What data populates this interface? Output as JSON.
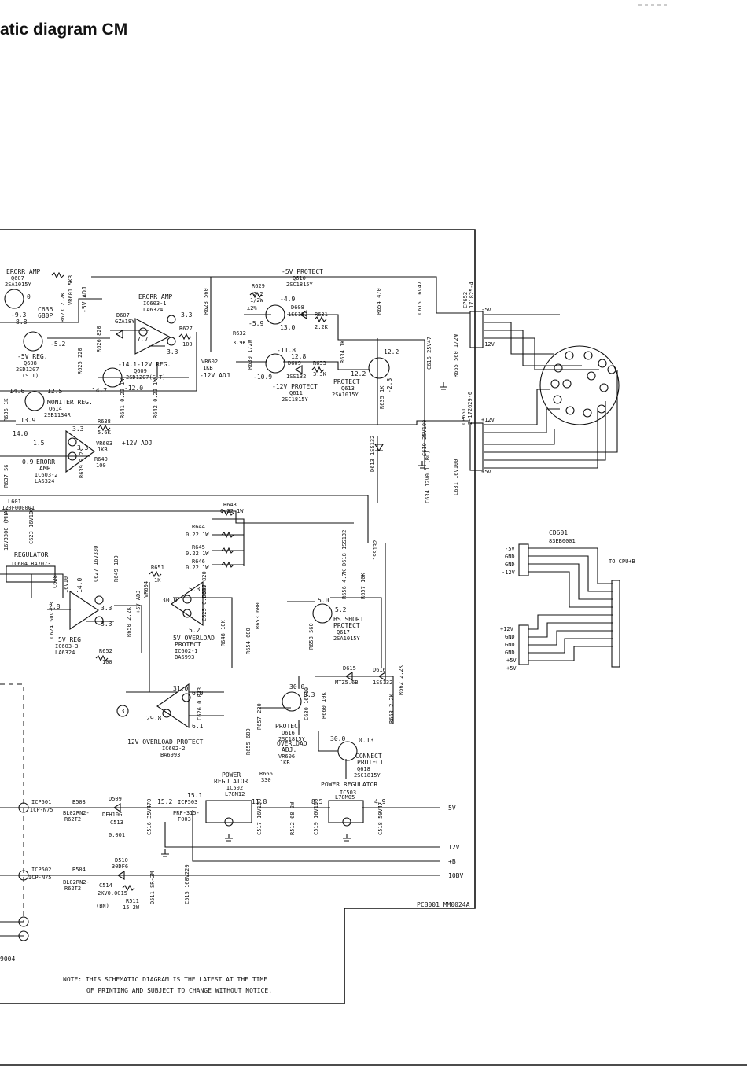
{
  "title": "atic diagram CM",
  "pcb_label": "PCB001 MM0024A",
  "left_code": "9004",
  "note": {
    "line1": "NOTE: THIS SCHEMATIC DIAGRAM IS THE LATEST AT THE TIME",
    "line2": "OF PRINTING AND SUBJECT TO CHANGE WITHOUT NOTICE."
  },
  "circled_marker": "3",
  "labels": [
    {
      "id": "erorr-amp-q607",
      "text": "ERORR AMP"
    },
    {
      "id": "q607-ref",
      "text": "Q607"
    },
    {
      "id": "q607-part",
      "text": "2SA1015Y"
    },
    {
      "id": "v-0",
      "text": "0"
    },
    {
      "id": "c636",
      "text": "C636"
    },
    {
      "id": "c636-val",
      "text": "680P"
    },
    {
      "id": "v-9-3a",
      "text": "-9.3"
    },
    {
      "id": "v-8-8",
      "text": "8.8"
    },
    {
      "id": "v-5-2a",
      "text": "-5.2"
    },
    {
      "id": "vr601",
      "text": "VR601 5KB"
    },
    {
      "id": "r623",
      "text": "R623 2.2K"
    },
    {
      "id": "adj-5v",
      "text": "-5V ADJ"
    },
    {
      "id": "reg-5v",
      "text": "-5V REG."
    },
    {
      "id": "q608-ref",
      "text": "Q608"
    },
    {
      "id": "q608-part",
      "text": "2SD1207"
    },
    {
      "id": "q608-st",
      "text": "(S.T)"
    },
    {
      "id": "erorr-amp-ic603",
      "text": "ERORR AMP"
    },
    {
      "id": "ic603-1",
      "text": "IC603-1"
    },
    {
      "id": "la6324-a",
      "text": "LA6324"
    },
    {
      "id": "d607",
      "text": "D607"
    },
    {
      "id": "d607-part",
      "text": "GZA18Y"
    },
    {
      "id": "v-3-3a",
      "text": "3.3"
    },
    {
      "id": "v-7-7",
      "text": "7.7"
    },
    {
      "id": "v-3-3b",
      "text": "3.3"
    },
    {
      "id": "r627",
      "text": "R627"
    },
    {
      "id": "r627-val",
      "text": "100"
    },
    {
      "id": "r626",
      "text": "R626 820"
    },
    {
      "id": "r628",
      "text": "R628 560"
    },
    {
      "id": "reg-14-12",
      "text": "-14.1-12V REG."
    },
    {
      "id": "q609",
      "text": "Q609"
    },
    {
      "id": "q609-part",
      "text": "2SD1207(S.T)"
    },
    {
      "id": "r625",
      "text": "R625 220"
    },
    {
      "id": "v-14-7",
      "text": "-14.7"
    },
    {
      "id": "v-12-0",
      "text": "-12.0"
    },
    {
      "id": "vr602",
      "text": "VR602"
    },
    {
      "id": "vr602-val",
      "text": "1KB"
    },
    {
      "id": "adj-12v",
      "text": "-12V ADJ"
    },
    {
      "id": "protect-5v",
      "text": "-5V PROTECT"
    },
    {
      "id": "q610",
      "text": "Q610"
    },
    {
      "id": "q610-part",
      "text": "2SC1815Y"
    },
    {
      "id": "r629",
      "text": "R629"
    },
    {
      "id": "r629-val",
      "text": "2.2"
    },
    {
      "id": "r629-w",
      "text": "1/2W"
    },
    {
      "id": "r629-tol",
      "text": "±2%"
    },
    {
      "id": "v-4-9a",
      "text": "-4.9"
    },
    {
      "id": "d608",
      "text": "D608"
    },
    {
      "id": "d608-part",
      "text": "1SS132"
    },
    {
      "id": "r631",
      "text": "R631"
    },
    {
      "id": "r631-val",
      "text": "2.2K"
    },
    {
      "id": "v-5-9",
      "text": "-5.9"
    },
    {
      "id": "v-13-0",
      "text": "13.0"
    },
    {
      "id": "r632",
      "text": "R632"
    },
    {
      "id": "r632-val",
      "text": "3.9K"
    },
    {
      "id": "r630",
      "text": "R630 1/2W"
    },
    {
      "id": "v-11-8",
      "text": "-11.8"
    },
    {
      "id": "v-12-8",
      "text": "12.8"
    },
    {
      "id": "d609",
      "text": "D609"
    },
    {
      "id": "d609-part",
      "text": "1SS132"
    },
    {
      "id": "r633",
      "text": "R633"
    },
    {
      "id": "r633-val",
      "text": "3.3K"
    },
    {
      "id": "v-10-9",
      "text": "-10.9"
    },
    {
      "id": "protect-12v",
      "text": "-12V PROTECT"
    },
    {
      "id": "q611",
      "text": "Q611"
    },
    {
      "id": "q611-part",
      "text": "2SC1815Y"
    },
    {
      "id": "r634",
      "text": "R634 1K"
    },
    {
      "id": "v-12-2a",
      "text": "12.2"
    },
    {
      "id": "v-12-2b",
      "text": "12.2"
    },
    {
      "id": "protect-q613",
      "text": "PROTECT"
    },
    {
      "id": "q613",
      "text": "Q613"
    },
    {
      "id": "q613-part",
      "text": "2SA1015Y"
    },
    {
      "id": "v-2-3",
      "text": "-2.3"
    },
    {
      "id": "r635",
      "text": "R635 1K"
    },
    {
      "id": "r654",
      "text": "R654 470"
    },
    {
      "id": "c615",
      "text": "C615 16V47"
    },
    {
      "id": "cp652",
      "text": "CP652"
    },
    {
      "id": "cp652-part",
      "text": "171825-4"
    },
    {
      "id": "c616",
      "text": "C616 25V47"
    },
    {
      "id": "r665",
      "text": "R665 560 1/2W"
    },
    {
      "id": "cp651",
      "text": "CP651"
    },
    {
      "id": "cp651-part",
      "text": "2-172629-6"
    },
    {
      "id": "v-14-6",
      "text": "14.6"
    },
    {
      "id": "v-12-5",
      "text": "12.5"
    },
    {
      "id": "moniter-reg",
      "text": "MONITER REG."
    },
    {
      "id": "q614",
      "text": "Q614"
    },
    {
      "id": "q614-part",
      "text": "2SB1134R"
    },
    {
      "id": "r636",
      "text": "R636 1K"
    },
    {
      "id": "v-13-9",
      "text": "13.9"
    },
    {
      "id": "r641",
      "text": "R641 0.22 1W"
    },
    {
      "id": "r642",
      "text": "R642 0.22 1W"
    },
    {
      "id": "r638",
      "text": "R638"
    },
    {
      "id": "r638-val",
      "text": "5.6K"
    },
    {
      "id": "v-3-3c",
      "text": "3.3"
    },
    {
      "id": "v-3-3d",
      "text": "3.3"
    },
    {
      "id": "vr603",
      "text": "VR603"
    },
    {
      "id": "vr603-val",
      "text": "1KB"
    },
    {
      "id": "adj-12v-pos",
      "text": "+12V ADJ"
    },
    {
      "id": "r640",
      "text": "R640"
    },
    {
      "id": "r640-val",
      "text": "100"
    },
    {
      "id": "v-14-0",
      "text": "14.0"
    },
    {
      "id": "v-1-5",
      "text": "1.5"
    },
    {
      "id": "v-0-9",
      "text": "0.9"
    },
    {
      "id": "erorr-amp-b",
      "text": "ERORR"
    },
    {
      "id": "erorr-amp-b2",
      "text": "AMP"
    },
    {
      "id": "ic603-2",
      "text": "IC603-2"
    },
    {
      "id": "la6324-b",
      "text": "LA6324"
    },
    {
      "id": "r637",
      "text": "R637 56"
    },
    {
      "id": "r639",
      "text": "R639 2.2K"
    },
    {
      "id": "d613",
      "text": "D613 1SS132"
    },
    {
      "id": "c619",
      "text": "C619 25V100"
    },
    {
      "id": "c634",
      "text": "C634 12V0.1 (BC)"
    },
    {
      "id": "c631",
      "text": "C631 16V100"
    },
    {
      "id": "l601",
      "text": "L601"
    },
    {
      "id": "l601-part",
      "text": "120F000001"
    },
    {
      "id": "r643",
      "text": "R643"
    },
    {
      "id": "r643-val",
      "text": "0.22 1W"
    },
    {
      "id": "r644",
      "text": "R644"
    },
    {
      "id": "r644-val",
      "text": "0.22 1W"
    },
    {
      "id": "r645",
      "text": "R645"
    },
    {
      "id": "r645-val",
      "text": "0.22 1W"
    },
    {
      "id": "r646",
      "text": "R646"
    },
    {
      "id": "r646-val",
      "text": "0.22 1W"
    },
    {
      "id": "cap-16v3300",
      "text": "16V3300 (MHA)"
    },
    {
      "id": "c623",
      "text": "C623 16V100"
    },
    {
      "id": "regulator",
      "text": "REGULATOR"
    },
    {
      "id": "ic604",
      "text": "IC604 BA7073"
    },
    {
      "id": "c628",
      "text": "C628"
    },
    {
      "id": "c627",
      "text": "C627 16V330"
    },
    {
      "id": "r649",
      "text": "R649 100"
    },
    {
      "id": "cap-16v10",
      "text": "16V10"
    },
    {
      "id": "v-14-0b",
      "text": "14.0"
    },
    {
      "id": "r651",
      "text": "R651"
    },
    {
      "id": "r651-val",
      "text": "1K"
    },
    {
      "id": "adj-5v-pos",
      "text": "+5V ADJ"
    },
    {
      "id": "vr604",
      "text": "VR604"
    },
    {
      "id": "v-5-3",
      "text": "5.3"
    },
    {
      "id": "v-30-0",
      "text": "30.0"
    },
    {
      "id": "r647",
      "text": "R647 820"
    },
    {
      "id": "c625",
      "text": "C625 0.0033"
    },
    {
      "id": "v-2-8",
      "text": "2.8"
    },
    {
      "id": "v-3-3e",
      "text": "3.3"
    },
    {
      "id": "v-3-3f",
      "text": "3.3"
    },
    {
      "id": "r650",
      "text": "R650 2.2K"
    },
    {
      "id": "c624",
      "text": "C624 50V3.3"
    },
    {
      "id": "reg-5v-b",
      "text": "5V REG"
    },
    {
      "id": "ic603-3",
      "text": "IC603-3"
    },
    {
      "id": "la6324-c",
      "text": "LA6324"
    },
    {
      "id": "r652",
      "text": "R652"
    },
    {
      "id": "r652-val",
      "text": "100"
    },
    {
      "id": "overload-5v",
      "text": "5V OVERLOAD"
    },
    {
      "id": "protect-ic602",
      "text": "PROTECT"
    },
    {
      "id": "ic602-1",
      "text": "IC602-1"
    },
    {
      "id": "ba6993-a",
      "text": "BA6993"
    },
    {
      "id": "v-5-2b",
      "text": "5.2"
    },
    {
      "id": "r648",
      "text": "R648 10K"
    },
    {
      "id": "r653",
      "text": "R653 680"
    },
    {
      "id": "r654b",
      "text": "R654 680"
    },
    {
      "id": "d618",
      "text": "D618 1SS132"
    },
    {
      "id": "d617",
      "text": "1SS132"
    },
    {
      "id": "r656",
      "text": "R656 4.7K"
    },
    {
      "id": "r657",
      "text": "R657 10K"
    },
    {
      "id": "v-5-0",
      "text": "5.0"
    },
    {
      "id": "v-5-2c",
      "text": "5.2"
    },
    {
      "id": "bs-short",
      "text": "BS SHORT"
    },
    {
      "id": "protect-q617",
      "text": "PROTECT"
    },
    {
      "id": "q617",
      "text": "Q617"
    },
    {
      "id": "q617-part",
      "text": "2SA1015Y"
    },
    {
      "id": "r658",
      "text": "R658 560"
    },
    {
      "id": "d615",
      "text": "D615"
    },
    {
      "id": "d616",
      "text": "D616"
    },
    {
      "id": "mtz",
      "text": "MTZ5.6B"
    },
    {
      "id": "d616-part",
      "text": "1SS132"
    },
    {
      "id": "r662",
      "text": "R662 2.2K"
    },
    {
      "id": "v-31-0",
      "text": "31.0"
    },
    {
      "id": "v-6-0",
      "text": "6.0"
    },
    {
      "id": "v-29-8",
      "text": "29.8"
    },
    {
      "id": "v-6-1",
      "text": "6.1"
    },
    {
      "id": "c626",
      "text": "C626 0.033"
    },
    {
      "id": "overload-12v",
      "text": "12V OVERLOAD PROTECT"
    },
    {
      "id": "ic602-2",
      "text": "IC602-2"
    },
    {
      "id": "ba6993-b",
      "text": "BA6993"
    },
    {
      "id": "r657b",
      "text": "R657 220"
    },
    {
      "id": "r655",
      "text": "R655 680"
    },
    {
      "id": "v-30-0b",
      "text": "30.0"
    },
    {
      "id": "v-0-3a",
      "text": "0.3"
    },
    {
      "id": "protect-q616",
      "text": "PROTECT"
    },
    {
      "id": "q616",
      "text": "Q616"
    },
    {
      "id": "q616-part",
      "text": "2SC1815Y"
    },
    {
      "id": "c630",
      "text": "C630 16V10"
    },
    {
      "id": "r660",
      "text": "R660 10K"
    },
    {
      "id": "overload-adj",
      "text": "OVERLOAD"
    },
    {
      "id": "overload-adj2",
      "text": "ADJ."
    },
    {
      "id": "vr606",
      "text": "VR606"
    },
    {
      "id": "vr606-val",
      "text": "1KB"
    },
    {
      "id": "r666",
      "text": "R666"
    },
    {
      "id": "r666-val",
      "text": "330"
    },
    {
      "id": "r663",
      "text": "R663 2.2K"
    },
    {
      "id": "v-30-0c",
      "text": "30.0"
    },
    {
      "id": "v-0-13",
      "text": "0.13"
    },
    {
      "id": "connect-protect",
      "text": "CONNECT"
    },
    {
      "id": "protect-q618",
      "text": "PROTECT"
    },
    {
      "id": "q618",
      "text": "Q618"
    },
    {
      "id": "q618-part",
      "text": "2SC1815Y"
    },
    {
      "id": "power-reg-a",
      "text": "POWER"
    },
    {
      "id": "power-reg-a2",
      "text": "REGULATOR"
    },
    {
      "id": "ic502",
      "text": "IC502"
    },
    {
      "id": "ic502-part",
      "text": "L78M12"
    },
    {
      "id": "power-reg-b",
      "text": "POWER REGULATOR"
    },
    {
      "id": "ic503",
      "text": "IC503"
    },
    {
      "id": "ic503-part",
      "text": "L78M05"
    },
    {
      "id": "icp501",
      "text": "ICP501"
    },
    {
      "id": "icp501-part",
      "text": "ICP-N75"
    },
    {
      "id": "b503",
      "text": "B503"
    },
    {
      "id": "b503-part",
      "text": "BL02RN2-"
    },
    {
      "id": "b503-part2",
      "text": "R62T2"
    },
    {
      "id": "d509",
      "text": "D509"
    },
    {
      "id": "d509-part",
      "text": "DFH10G"
    },
    {
      "id": "c513",
      "text": "C513"
    },
    {
      "id": "c513-val",
      "text": "0.001"
    },
    {
      "id": "v-15-2",
      "text": "15.2"
    },
    {
      "id": "icp503",
      "text": "ICP503"
    },
    {
      "id": "icp503-part",
      "text": "PRF-315-"
    },
    {
      "id": "icp503-part2",
      "text": "F003"
    },
    {
      "id": "v-15-1",
      "text": "15.1"
    },
    {
      "id": "v-11-8b",
      "text": "11.8"
    },
    {
      "id": "v-8-5",
      "text": "8.5"
    },
    {
      "id": "v-4-9b",
      "text": "4.9"
    },
    {
      "id": "c516",
      "text": "C516 35V470"
    },
    {
      "id": "c517",
      "text": "C517 16V100"
    },
    {
      "id": "r512",
      "text": "R512 68 2W"
    },
    {
      "id": "c519",
      "text": "C519 16V100"
    },
    {
      "id": "c518",
      "text": "C518 50V47"
    },
    {
      "id": "out-5v",
      "text": "5V"
    },
    {
      "id": "out-12v",
      "text": "12V"
    },
    {
      "id": "out-8b",
      "text": "+B"
    },
    {
      "id": "out-10bv",
      "text": "10BV"
    },
    {
      "id": "d510",
      "text": "D510"
    },
    {
      "id": "d510-part",
      "text": "30DF6"
    },
    {
      "id": "icp502",
      "text": "ICP502"
    },
    {
      "id": "icp502-part",
      "text": "ICP-N75"
    },
    {
      "id": "b504",
      "text": "B504"
    },
    {
      "id": "b504-part",
      "text": "BL02RN2-"
    },
    {
      "id": "b504-part2",
      "text": "R62T2"
    },
    {
      "id": "c514",
      "text": "C514"
    },
    {
      "id": "c514-val",
      "text": "2KV0.0015"
    },
    {
      "id": "c514-bn",
      "text": "(BN)"
    },
    {
      "id": "r511",
      "text": "R511"
    },
    {
      "id": "r511-val",
      "text": "15 2W"
    },
    {
      "id": "d511",
      "text": "D511 SR-2M"
    },
    {
      "id": "c515",
      "text": "C515 160V220"
    },
    {
      "id": "cd601",
      "text": "CD601"
    },
    {
      "id": "cd601-part",
      "text": "83EB0001"
    },
    {
      "id": "to-cpu",
      "text": "TO CPU+B"
    },
    {
      "id": "cn-left-5v",
      "text": "-5V"
    },
    {
      "id": "cn-left-gnd1",
      "text": "GND"
    },
    {
      "id": "cn-left-gnd2",
      "text": "GND"
    },
    {
      "id": "cn-left-12v",
      "text": "-12V"
    },
    {
      "id": "cn-left-p12",
      "text": "+12V"
    },
    {
      "id": "cn-left-gnd3",
      "text": "GND"
    },
    {
      "id": "cn-left-gnd4",
      "text": "GND"
    },
    {
      "id": "cn-left-gnd5",
      "text": "GND"
    },
    {
      "id": "cn-left-p5a",
      "text": "+5V"
    },
    {
      "id": "cn-left-p5b",
      "text": "+5V"
    },
    {
      "id": "cp652-5v",
      "text": "-5V"
    },
    {
      "id": "cp652-12v",
      "text": "-12V"
    },
    {
      "id": "cp651-12v",
      "text": "+12V"
    },
    {
      "id": "cp651-5v",
      "text": "+5V"
    }
  ]
}
